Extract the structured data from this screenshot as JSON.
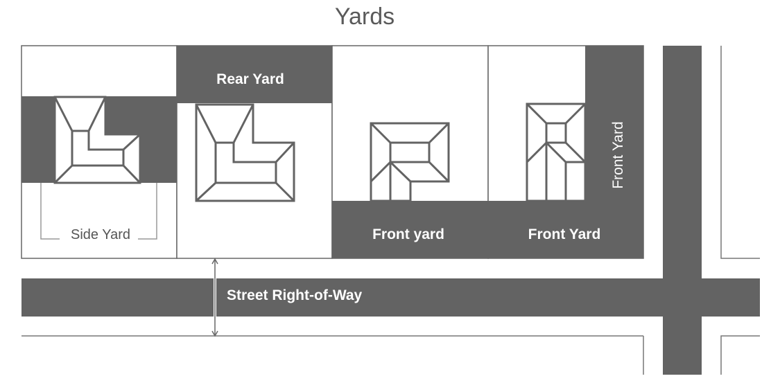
{
  "title": "Yards",
  "labels": {
    "rear_yard": "Rear Yard",
    "side_yard": "Side Yard",
    "front_yard_1": "Front yard",
    "front_yard_2": "Front Yard",
    "front_yard_side": "Front Yard",
    "street": "Street Right-of-Way"
  },
  "colors": {
    "yard_fill": "#636363",
    "line": "#666666",
    "background": "#ffffff",
    "text_title": "#5a5a5a"
  }
}
